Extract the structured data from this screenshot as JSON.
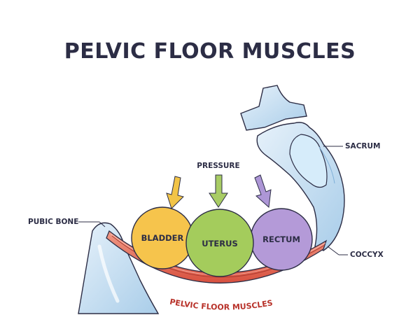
{
  "title": "PELVIC FLOOR MUSCLES",
  "labels": {
    "pressure": "PRESSURE",
    "pubic_bone": "PUBIC BONE",
    "sacrum": "SACRUM",
    "coccyx": "COCCYX",
    "muscles_caption": "PELVIC FLOOR MUSCLES"
  },
  "organs": [
    {
      "label": "BLADDER",
      "color": "#f6c44c"
    },
    {
      "label": "UTERUS",
      "color": "#a4cc5c"
    },
    {
      "label": "RECTUM",
      "color": "#b49ad8"
    }
  ],
  "arrows": [
    {
      "color": "#f2c447"
    },
    {
      "color": "#a8cc64"
    },
    {
      "color": "#ad96d6"
    }
  ],
  "colors": {
    "ink": "#2c2d45",
    "bone": "#cfe3f3",
    "bone_shade": "#9fc6e6",
    "muscle": "#e26652",
    "muscle_light": "#f0a08e",
    "caption": "#b8322a"
  }
}
